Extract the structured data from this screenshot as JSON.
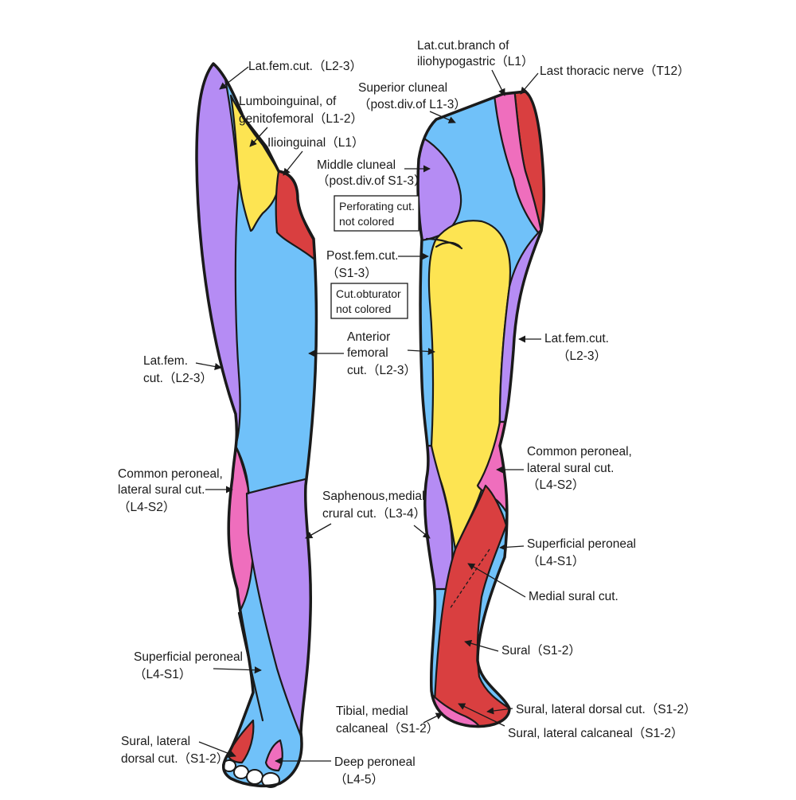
{
  "colors": {
    "purple": "#b58cf4",
    "blue": "#70c1f9",
    "yellow": "#fde452",
    "red": "#d93f40",
    "pink": "#ef6ebd",
    "outline": "#1a1a1a"
  },
  "anterior": {
    "lat_fem_cut_top": "Lat.fem.cut.（L2-3）",
    "lumboinguinal": [
      "Lumboinguinal, of",
      "genitofemoral（L1-2）"
    ],
    "ilioinguinal": "Ilioinguinal（L1）",
    "lat_fem_cut_side": [
      "Lat.fem.",
      "cut.（L2-3）"
    ],
    "anterior_femoral": [
      "Anterior",
      "femoral",
      "cut.（L2-3）"
    ],
    "common_peroneal": [
      "Common peroneal,",
      "lateral sural cut.",
      "（L4-S2）"
    ],
    "saphenous": [
      "Saphenous,medial",
      "crural cut.（L3-4）"
    ],
    "superficial_peroneal": [
      "Superficial peroneal",
      "（L4-S1）"
    ],
    "sural_lateral_dorsal": [
      "Sural, lateral",
      "dorsal cut.（S1-2）"
    ],
    "deep_peroneal": [
      "Deep peroneal",
      "（L4-5）"
    ]
  },
  "notes": {
    "perforating": [
      "Perforating cut.",
      "not colored"
    ],
    "cut_obturator": [
      "Cut.obturator",
      "not colored"
    ]
  },
  "posterior": {
    "lat_cut_branch": [
      "Lat.cut.branch of",
      "iliohypogastric（L1）"
    ],
    "last_thoracic": "Last thoracic nerve（T12）",
    "superior_cluneal": [
      "Superior cluneal",
      "（post.div.of L1-3）"
    ],
    "middle_cluneal": [
      "Middle cluneal",
      "（post.div.of S1-3）"
    ],
    "post_fem_cut": [
      "Post.fem.cut.",
      "（S1-3）"
    ],
    "lat_fem_cut": [
      "Lat.fem.cut.",
      "（L2-3）"
    ],
    "common_peroneal": [
      "Common peroneal,",
      "lateral sural cut.",
      "（L4-S2）"
    ],
    "superficial_peroneal": [
      "Superficial peroneal",
      "（L4-S1）"
    ],
    "medial_sural": "Medial sural cut.",
    "sural": "Sural（S1-2）",
    "tibial_medial_calcaneal": [
      "Tibial, medial",
      "calcaneal（S1-2）"
    ],
    "sural_lateral_dorsal": "Sural, lateral dorsal cut.（S1-2）",
    "sural_lateral_calcaneal": "Sural, lateral calcaneal（S1-2）"
  }
}
